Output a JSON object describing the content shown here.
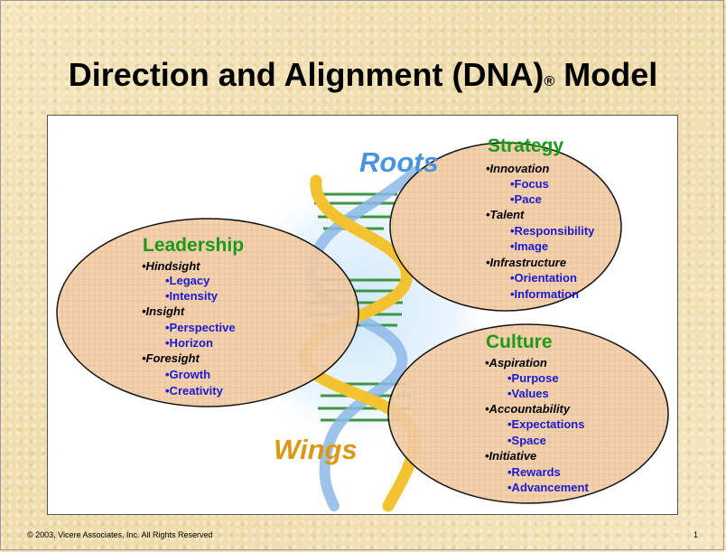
{
  "title": {
    "main": "Direction and Alignment (DNA)",
    "registered": "®",
    "suffix": " Model"
  },
  "labels": {
    "roots": "Roots",
    "wings": "Wings"
  },
  "strategy": {
    "heading": "Strategy",
    "groups": [
      {
        "name": "•Innovation",
        "items": [
          "•Focus",
          "•Pace"
        ]
      },
      {
        "name": "•Talent",
        "items": [
          "•Responsibility",
          "•Image"
        ]
      },
      {
        "name": "•Infrastructure",
        "items": [
          "•Orientation",
          "•Information"
        ]
      }
    ]
  },
  "leadership": {
    "heading": "Leadership",
    "groups": [
      {
        "name": "•Hindsight",
        "items": [
          "•Legacy",
          "•Intensity"
        ]
      },
      {
        "name": "•Insight",
        "items": [
          "•Perspective",
          "•Horizon"
        ]
      },
      {
        "name": "•Foresight",
        "items": [
          "•Growth",
          "•Creativity"
        ]
      }
    ]
  },
  "culture": {
    "heading": "Culture",
    "groups": [
      {
        "name": "•Aspiration",
        "items": [
          "•Purpose",
          "•Values"
        ]
      },
      {
        "name": "•Accountability",
        "items": [
          "•Expectations",
          "•Space"
        ]
      },
      {
        "name": "•Initiative",
        "items": [
          "•Rewards",
          "•Advancement"
        ]
      }
    ]
  },
  "footer": {
    "copyright": "© 2003, Vicere Associates, Inc. All Rights Reserved",
    "page_number": "1"
  },
  "colors": {
    "heading": "#1a9a1a",
    "sub_item": "#1a1ad0",
    "roots": "#4a93dd",
    "wings": "#d99a10",
    "ellipse_fill": "#f3cfa8"
  }
}
